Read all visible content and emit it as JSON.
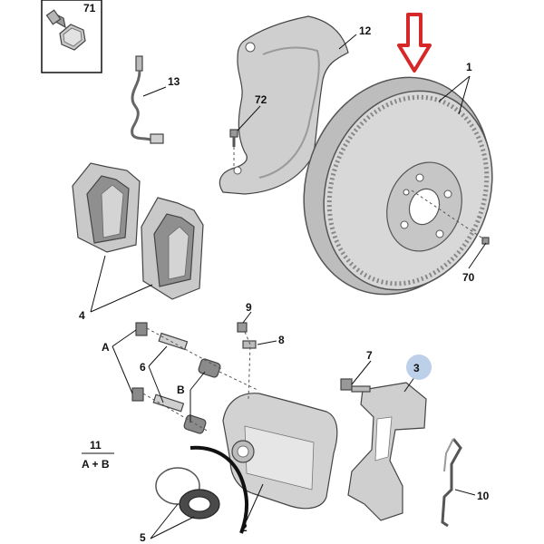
{
  "labels": {
    "disc": "1",
    "caliper": "2",
    "caliper_bracket": "3",
    "pads": "4",
    "boots": "5",
    "guide_pins": "6",
    "bracket_bolt": "7",
    "bleed_screw": "8",
    "bleed_cap": "9",
    "anti_rattle_spring": "10",
    "kit_number": "11",
    "kit_contents": "A + B",
    "dust_shield": "12",
    "wear_sensor": "13",
    "disc_screw": "70",
    "caliper_bolt": "71",
    "shield_bolt": "72",
    "letter_a": "A",
    "letter_b": "B"
  },
  "colors": {
    "part_fill": "#d9d9d9",
    "part_dark": "#a9a9a9",
    "highlight_arrow": "#d62828",
    "callout_circle": "#bcd0ea"
  }
}
